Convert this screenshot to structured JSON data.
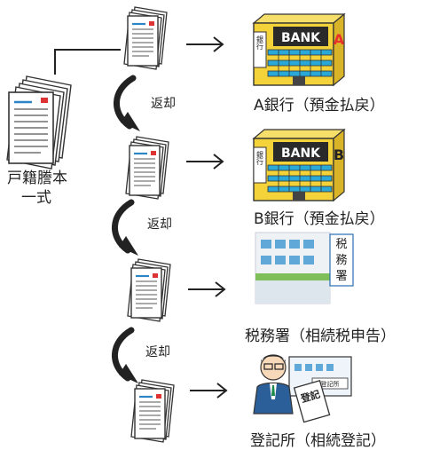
{
  "source_doc": {
    "label_line1": "戸籍謄本",
    "label_line2": "一式"
  },
  "returns": [
    "返却",
    "返却",
    "返却"
  ],
  "destinations": [
    {
      "label": "A銀行（預金払戻）",
      "sign": "BANK",
      "badge": "A",
      "side": "銀行"
    },
    {
      "label": "B銀行（預金払戻）",
      "sign": "BANK",
      "badge": "B",
      "side": "銀行"
    },
    {
      "label": "税務署（相続税申告）",
      "sign_chars": [
        "税",
        "務",
        "署"
      ]
    },
    {
      "label": "登記所（相続登記）",
      "sign_building": "登記所",
      "sign_card": "登記"
    }
  ],
  "colors": {
    "bank_yellow": "#f4d23a",
    "bank_blue": "#2aa8d8",
    "bank_red": "#e8312a",
    "office_blue": "#5fa8d8",
    "office_green": "#7fbf5a"
  }
}
